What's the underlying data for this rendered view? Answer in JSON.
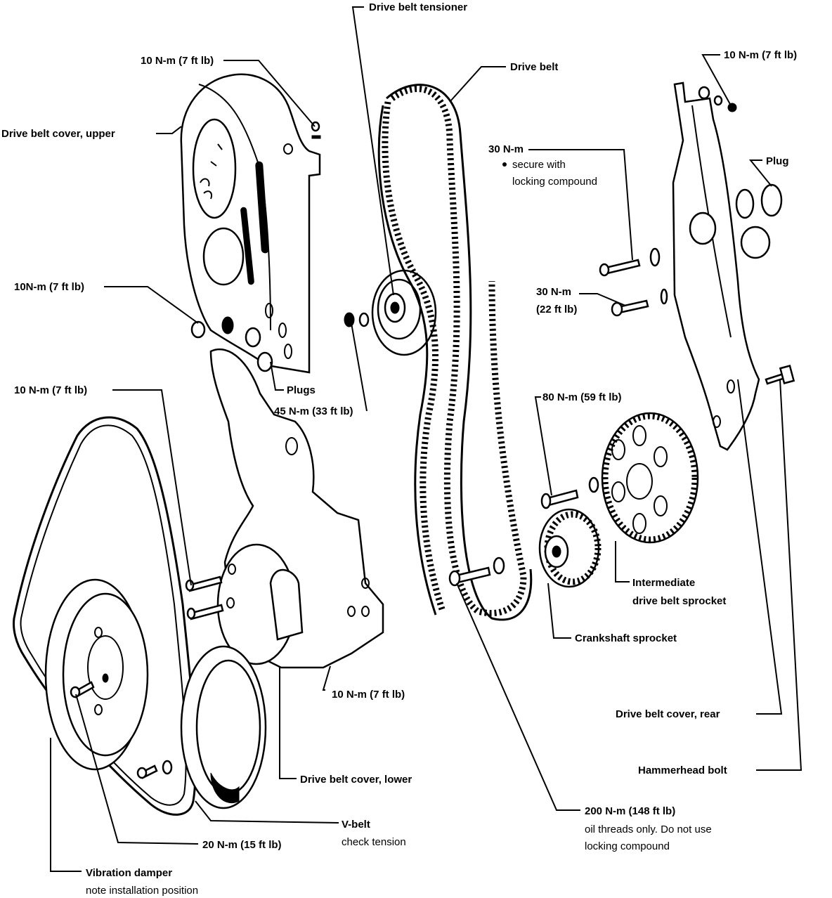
{
  "diagram": {
    "title": "Timing drive belt assembly — exploded view",
    "colors": {
      "ink": "#000000",
      "paper": "#ffffff"
    },
    "labels": {
      "drive_belt_tensioner": "Drive belt tensioner",
      "drive_belt": "Drive belt",
      "torque_10nm_top_left": "10 N-m (7 ft lb)",
      "drive_belt_cover_upper": "Drive belt cover, upper",
      "torque_10nm_top_right": "10 N-m (7 ft lb)",
      "torque_30nm_locking": "30 N-m",
      "secure_locking_line1": "secure with",
      "secure_locking_line2": "locking compound",
      "plug": "Plug",
      "torque_10nm_mid_left": "10N-m (7 ft lb)",
      "torque_30nm_22": "30 N-m",
      "torque_30nm_22_ftlb": "(22 ft lb)",
      "plugs": "Plugs",
      "torque_45nm": "45 N-m (33 ft lb)",
      "torque_10nm_lower_left": "10 N-m (7 ft lb)",
      "torque_80nm": "80 N-m (59 ft lb)",
      "intermediate_sprocket_line1": "Intermediate",
      "intermediate_sprocket_line2": "drive belt sprocket",
      "crankshaft_sprocket": "Crankshaft sprocket",
      "torque_10nm_bottom": "10 N-m (7 ft lb)",
      "drive_belt_cover_rear": "Drive belt cover, rear",
      "hammerhead_bolt": "Hammerhead bolt",
      "drive_belt_cover_lower": "Drive belt cover, lower",
      "torque_200nm": "200 N-m (148 ft lb)",
      "torque_200nm_note1": "oil threads only. Do not use",
      "torque_200nm_note2": "locking compound",
      "v_belt": "V-belt",
      "v_belt_note": "check tension",
      "torque_20nm": "20 N-m (15 ft lb)",
      "vibration_damper": "Vibration damper",
      "vibration_damper_note": "note installation position"
    }
  }
}
